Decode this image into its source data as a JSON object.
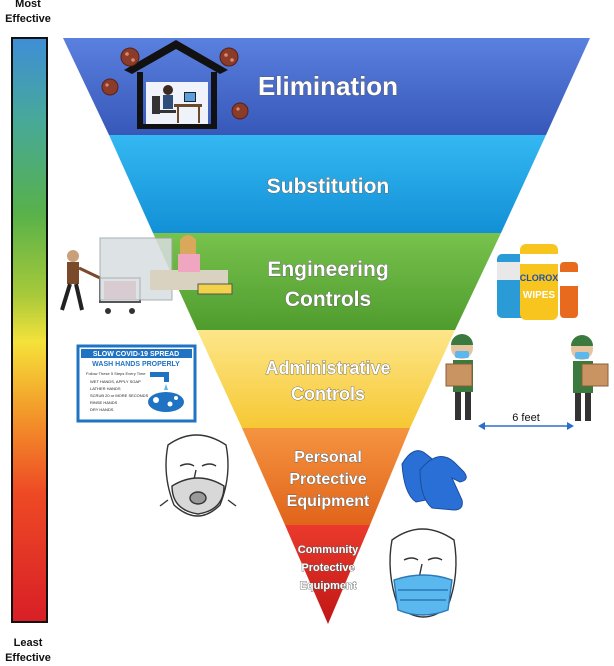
{
  "scale": {
    "top_label_line1": "Most",
    "top_label_line2": "Effective",
    "bottom_label_line1": "Least",
    "bottom_label_line2": "Effective"
  },
  "tiers": {
    "elimination": "Elimination",
    "substitution": "Substitution",
    "engineering_line1": "Engineering",
    "engineering_line2": "Controls",
    "administrative_line1": "Administrative",
    "administrative_line2": "Controls",
    "ppe_line1": "Personal",
    "ppe_line2": "Protective",
    "ppe_line3": "Equipment",
    "community_line1": "Community",
    "community_line2": "Protective",
    "community_line3": "Equipment"
  },
  "handwash_sign": {
    "title": "SLOW COVID-19 SPREAD",
    "subtitle": "WASH HANDS PROPERLY",
    "caption": "Follow These 5 Steps Every Time",
    "steps": [
      "WET HANDS, APPLY SOAP",
      "LATHER HANDS",
      "SCRUB 20 or MORE SECONDS",
      "RINSE HANDS",
      "DRY HANDS"
    ]
  },
  "wipes": {
    "brand": "CLOROX",
    "product": "WIPES"
  },
  "distancing": {
    "label": "6 feet"
  },
  "colors": {
    "elimination": "#4a6fd0",
    "substitution": "#20a7ea",
    "engineering": "#64b33f",
    "administrative": "#fbd95a",
    "ppe": "#ef7a2a",
    "community": "#e0201e"
  }
}
